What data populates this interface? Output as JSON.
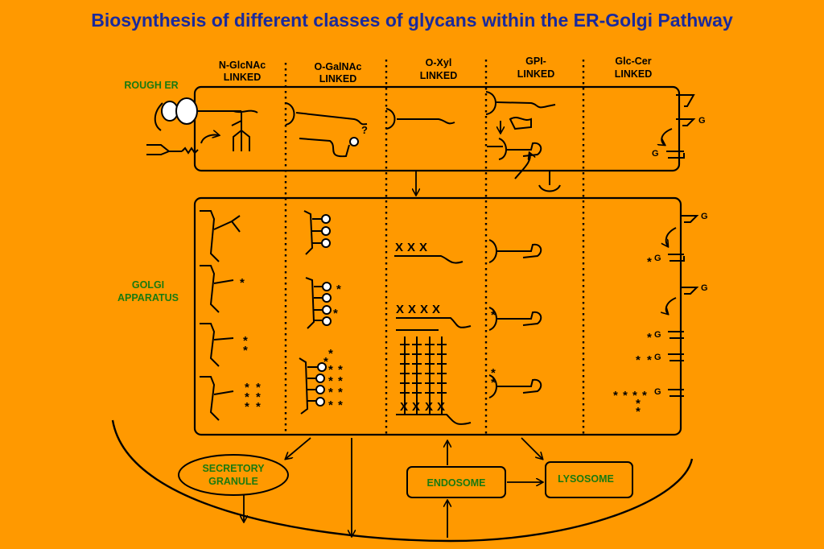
{
  "title": "Biosynthesis of different classes of glycans within the ER-Golgi Pathway",
  "columns": [
    {
      "line1": "N-GlcNAc",
      "line2": "LINKED"
    },
    {
      "line1": "O-GalNAc",
      "line2": "LINKED"
    },
    {
      "line1": "O-Xyl",
      "line2": "LINKED"
    },
    {
      "line1": "GPI-",
      "line2": "LINKED"
    },
    {
      "line1": "Glc-Cer",
      "line2": "LINKED"
    }
  ],
  "compartments": {
    "rough_er": "ROUGH ER",
    "golgi_line1": "GOLGI",
    "golgi_line2": "APPARATUS",
    "secretory_line1": "SECRETORY",
    "secretory_line2": "GRANULE",
    "endosome": "ENDOSOME",
    "lysosome": "LYSOSOME"
  },
  "symbols": {
    "unknown": "?",
    "glucose": "G",
    "sulfate": "*",
    "xylose_mark": "X"
  },
  "colors": {
    "background": "#FF9900",
    "title": "#1a2a9c",
    "compartment_label": "#1a7a10",
    "line": "#000000",
    "sugar_fill": "#ffffff"
  }
}
